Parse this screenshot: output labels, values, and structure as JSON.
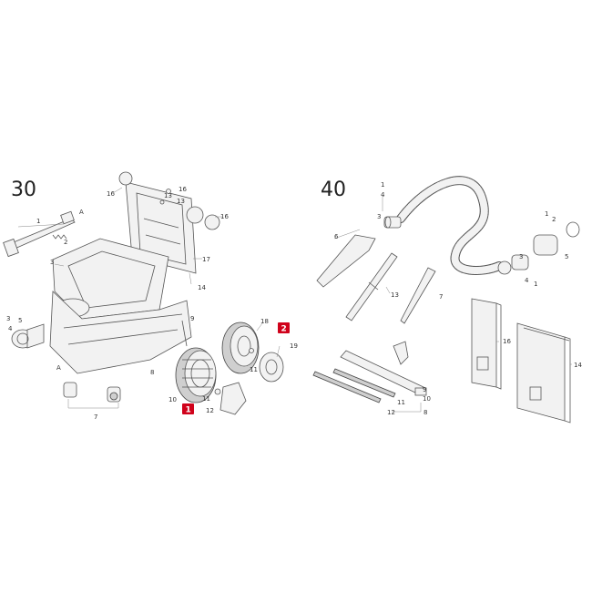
{
  "diagram": {
    "sections": [
      {
        "title": "30",
        "callouts": [
          "1",
          "2",
          "A",
          "3",
          "3",
          "5",
          "4",
          "A",
          "7",
          "16",
          "13",
          "16",
          "13",
          "16",
          "17",
          "14",
          "9",
          "8",
          "18",
          "19",
          "10",
          "11",
          "11",
          "12",
          "1",
          "2"
        ]
      },
      {
        "title": "40",
        "callouts": [
          "1",
          "4",
          "3",
          "6",
          "13",
          "7",
          "1",
          "2",
          "3",
          "5",
          "4",
          "1",
          "16",
          "14",
          "11",
          "9",
          "12",
          "8",
          "10"
        ]
      }
    ],
    "badges": [
      {
        "label": "1",
        "color": "#d0021b"
      },
      {
        "label": "2",
        "color": "#d0021b"
      }
    ]
  }
}
